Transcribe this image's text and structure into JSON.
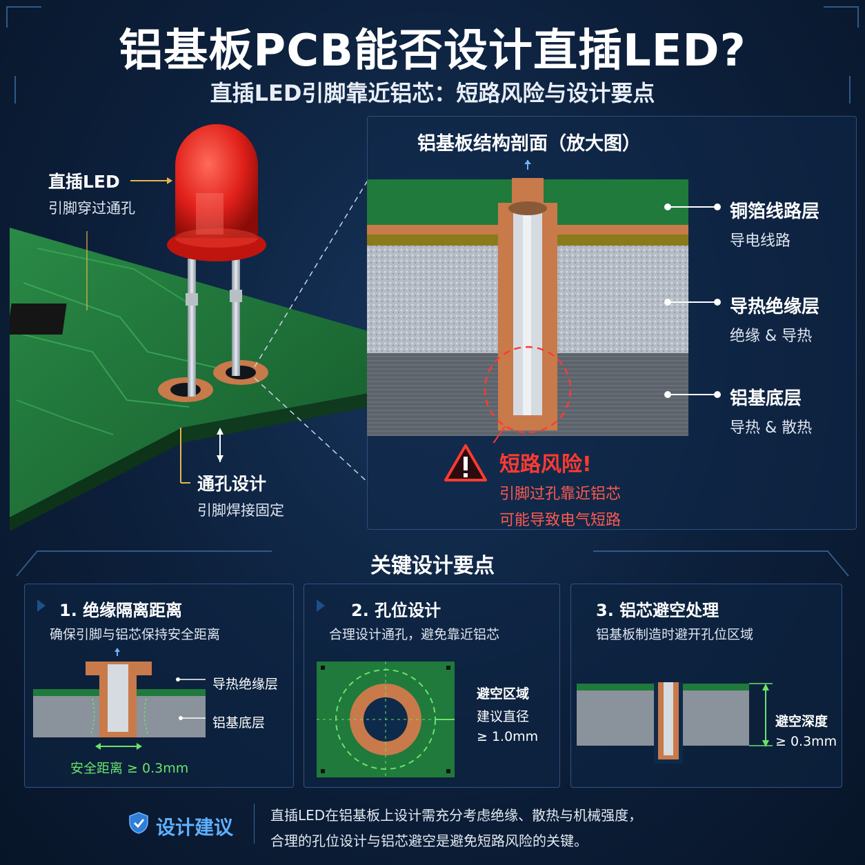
{
  "header": {
    "title": "铝基板PCB能否设计直插LED?",
    "subtitle": "直插LED引脚靠近铝芯：短路风险与设计要点"
  },
  "photo": {
    "led_label": "直插LED",
    "led_sub": "引脚穿过通孔",
    "via_label": "通孔设计",
    "via_sub": "引脚焊接固定"
  },
  "section": {
    "title": "铝基板结构剖面（放大图）",
    "layers": [
      {
        "label": "铜箔线路层",
        "sub": "导电线路"
      },
      {
        "label": "导热绝缘层",
        "sub": "绝缘 & 导热"
      },
      {
        "label": "铝基底层",
        "sub": "导热 & 散热"
      }
    ],
    "risk_title": "短路风险!",
    "risk_lines": [
      "引脚过孔靠近铝芯",
      "可能导致电气短路"
    ]
  },
  "key_points": {
    "title": "关键设计要点",
    "cards": [
      {
        "title": "1. 绝缘隔离距离",
        "sub": "确保引脚与铝芯保持安全距离",
        "labels": [
          "导热绝缘层",
          "铝基底层"
        ],
        "distance": "安全距离 ≥ 0.3mm"
      },
      {
        "title": "2. 孔位设计",
        "sub": "合理设计通孔，避免靠近铝芯",
        "labels": [
          "避空区域",
          "建议直径",
          "≥ 1.0mm"
        ]
      },
      {
        "title": "3. 铝芯避空处理",
        "sub": "铝基板制造时避开孔位区域",
        "labels": [
          "避空深度",
          "≥ 0.3mm"
        ]
      }
    ]
  },
  "footer": {
    "title": "设计建议",
    "lines": [
      "直插LED在铝基板上设计需充分考虑绝缘、散热与机械强度，",
      "合理的孔位设计与铝芯避空是避免短路风险的关键。"
    ]
  },
  "colors": {
    "background": "#0c1f3a",
    "pcb_green": "#1f7a3c",
    "copper": "#c87a4a",
    "risk_red": "#ff3b30",
    "accent_blue": "#5fb0ff",
    "safe_green": "#6be36b"
  }
}
